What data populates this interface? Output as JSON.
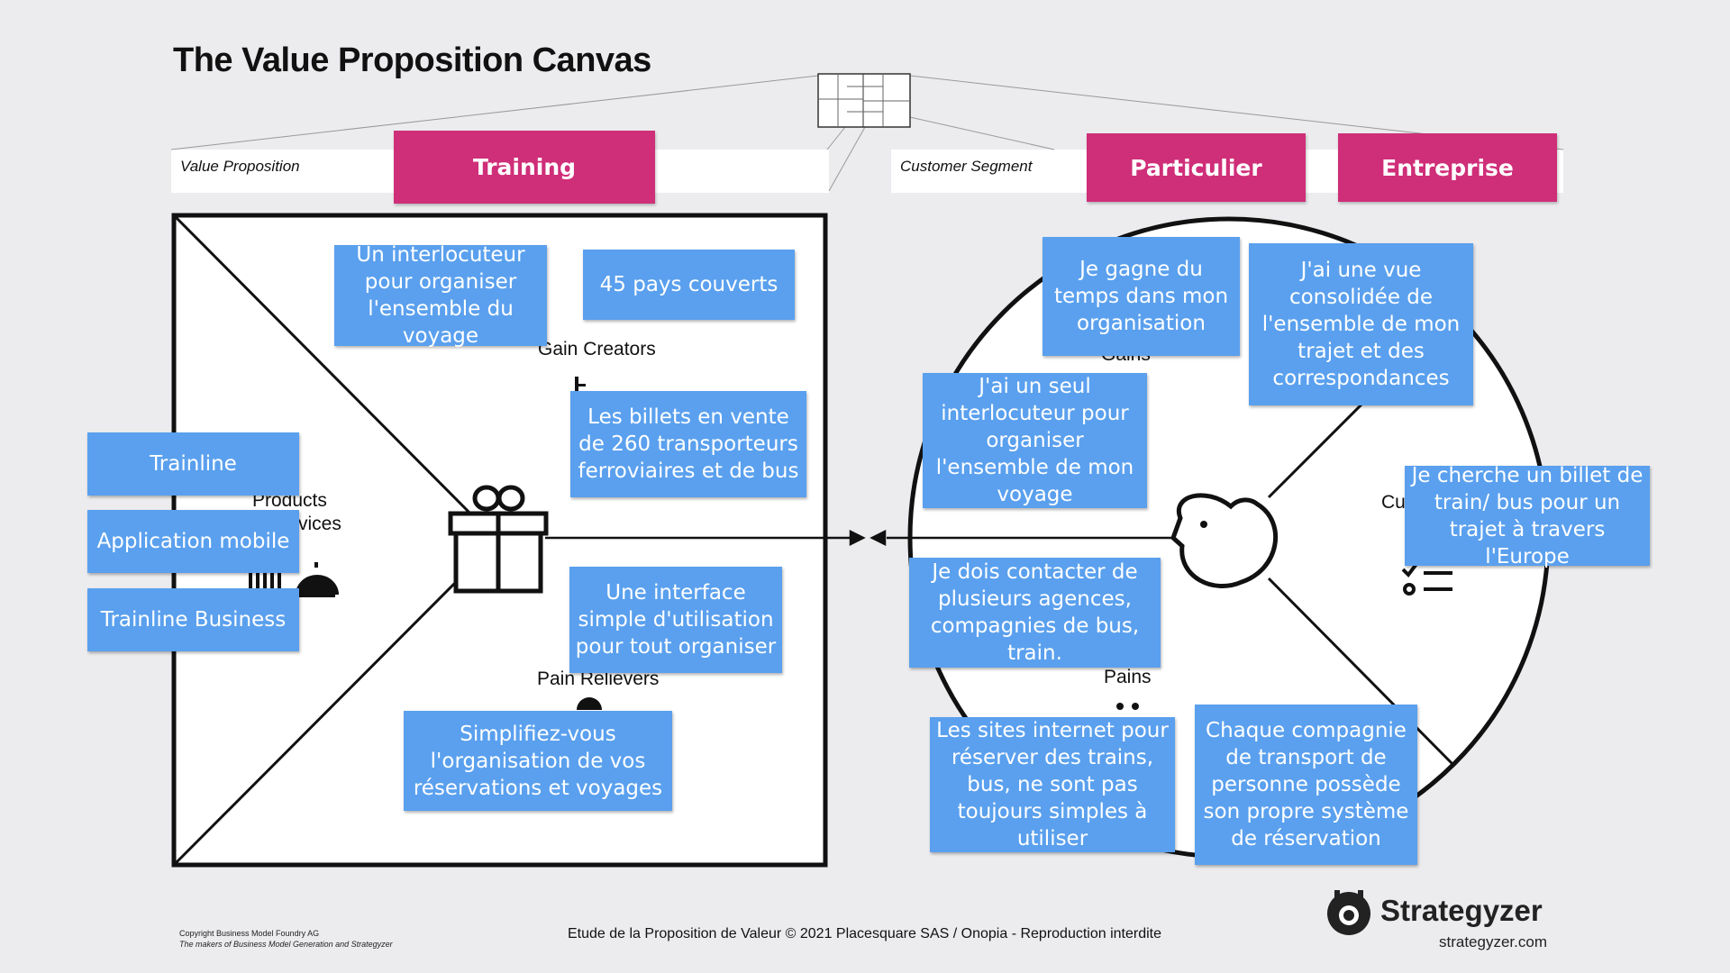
{
  "title": "The Value Proposition Canvas",
  "value_proposition": {
    "strip_label": "Value Proposition",
    "tab": "Training",
    "areas": {
      "gain_creators": "Gain Creators",
      "products": "Products",
      "services": "vices",
      "pain_relievers": "Pain Relievers"
    },
    "notes": {
      "gain_interlocuteur": "Un interlocuteur pour organiser l'ensemble du voyage",
      "gain_pays": "45 pays couverts",
      "gain_billets": "Les billets en vente de 260 transporteurs ferroviaires et de bus",
      "pain_interface": "Une interface simple d'utilisation pour tout organiser",
      "pain_simplifiez": "Simplifiez-vous l'organisation de vos réservations et voyages",
      "product_trainline": "Trainline",
      "product_app": "Application mobile",
      "product_business": "Trainline Business"
    }
  },
  "customer_segment": {
    "strip_label": "Customer Segment",
    "tabs": [
      "Particulier",
      "Entreprise"
    ],
    "areas": {
      "gains": "Gains",
      "pains": "Pains",
      "jobs": "Cu"
    },
    "notes": {
      "gain_temps": "Je gagne du temps dans mon organisation",
      "gain_vue": "J'ai une vue consolidée de l'ensemble de mon trajet et des correspondances",
      "gain_seul": "J'ai un seul interlocuteur pour organiser l'ensemble de mon voyage",
      "job_billet": "Je cherche un billet de train/ bus pour un trajet à travers l'Europe",
      "pain_agences": "Je dois contacter de plusieurs agences, compagnies de bus, train.",
      "pain_sites": "Les sites internet pour réserver des trains, bus, ne sont pas toujours simples à utiliser",
      "pain_systeme": "Chaque compagnie de transport de personne possède son propre système de réservation"
    }
  },
  "footer": {
    "copyright_line1": "Copyright Business Model Foundry AG",
    "copyright_line2": "The makers of Business Model Generation and Strategyzer",
    "center": "Etude de la Proposition de Valeur © 2021 Placesquare SAS / Onopia - Reproduction interdite",
    "brand": "Strategyzer",
    "brand_url": "strategyzer.com"
  },
  "colors": {
    "tab": "#cf2e78",
    "sticky": "#5aa0ee",
    "background": "#ececef"
  },
  "icons": [
    "gift-icon",
    "face-icon",
    "checklist-icon",
    "strategyzer-logo-icon",
    "mini-canvas-icon",
    "service-bell-icon"
  ]
}
